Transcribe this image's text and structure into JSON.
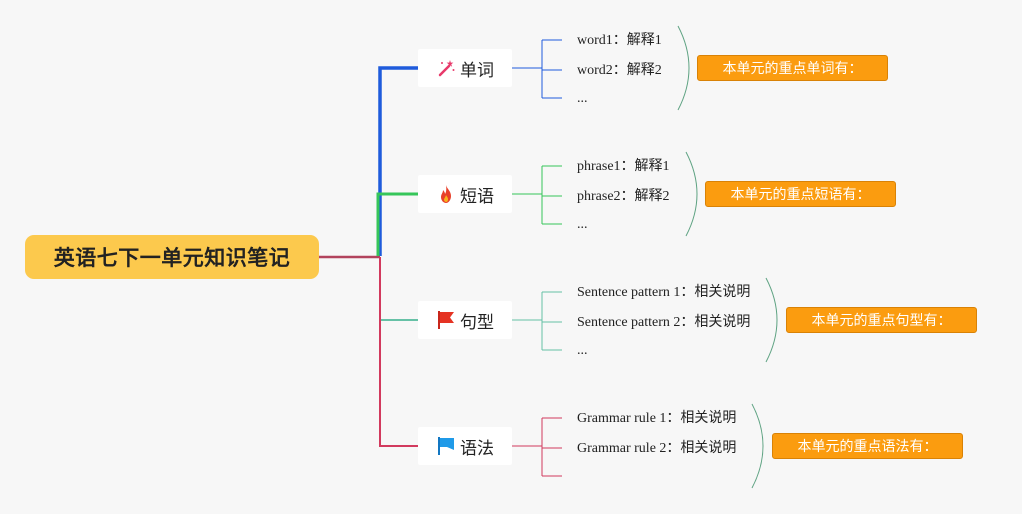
{
  "root": {
    "title": "英语七下一单元知识笔记"
  },
  "colors": {
    "root_fill": "#fcc94d",
    "summary_fill": "#fb9c0f",
    "branch_words": "#1f5bdc",
    "branch_phrases": "#36c65a",
    "branch_sentences": "#66c1a6",
    "branch_grammar": "#d23a5e"
  },
  "branches": [
    {
      "label": "单词",
      "icon": "magic-wand-icon",
      "items": [
        "word1：解释1",
        "word2：解释2",
        "..."
      ],
      "summary": "本单元的重点单词有："
    },
    {
      "label": "短语",
      "icon": "fire-icon",
      "items": [
        "phrase1：解释1",
        "phrase2：解释2",
        "..."
      ],
      "summary": "本单元的重点短语有："
    },
    {
      "label": "句型",
      "icon": "red-flag-icon",
      "items": [
        "Sentence pattern 1：相关说明",
        "Sentence pattern 2：相关说明",
        "..."
      ],
      "summary": "本单元的重点句型有："
    },
    {
      "label": "语法",
      "icon": "blue-flag-icon",
      "items": [
        "Grammar rule 1：相关说明",
        "Grammar rule 2：相关说明",
        ""
      ],
      "summary": "本单元的重点语法有："
    }
  ]
}
